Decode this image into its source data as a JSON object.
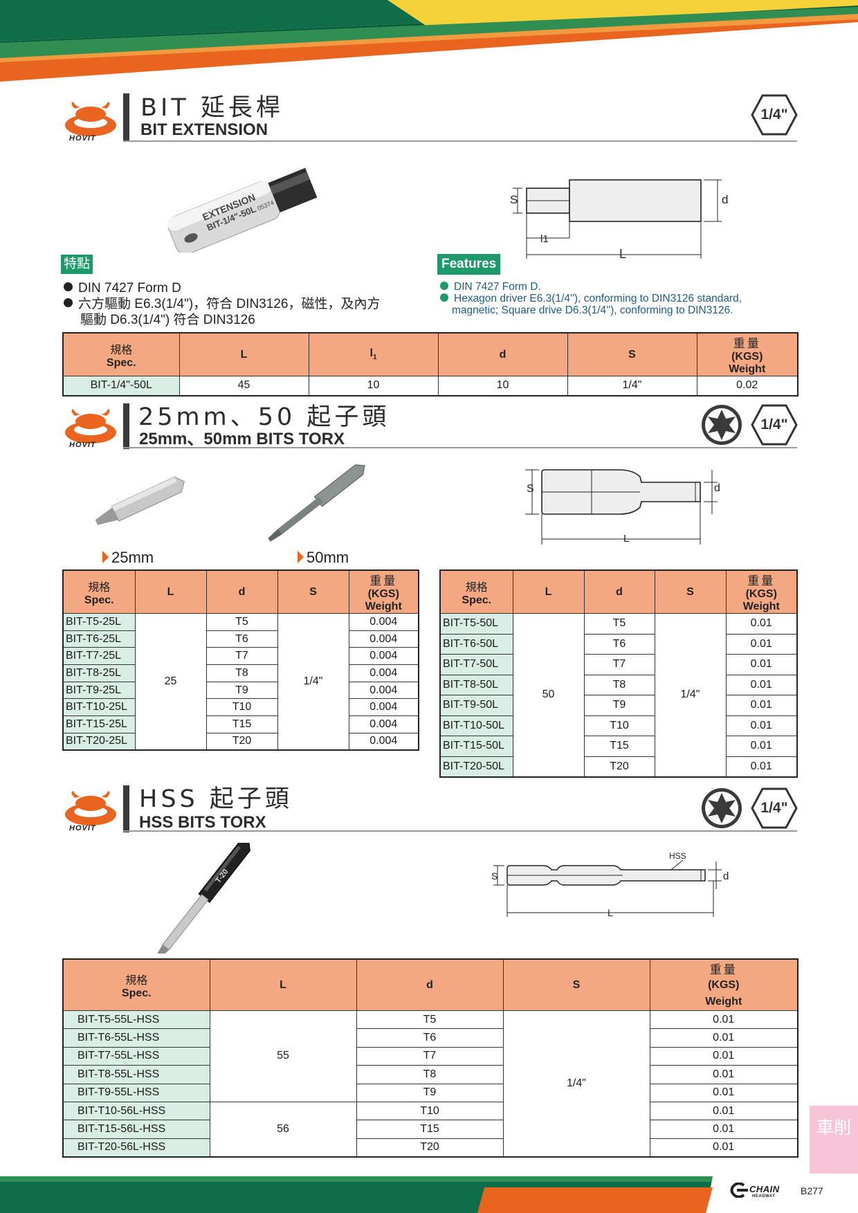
{
  "brand": {
    "logo_text": "HOVIT",
    "footer_brand": "CHAIN",
    "footer_brand_sub": "HEADWAY",
    "page_number": "B277",
    "side_tab": "車削"
  },
  "colors": {
    "accent_orange": "#e8641f",
    "header_fill": "#f3a882",
    "code_fill": "#d8ede4",
    "feature_green": "#1e9a6a",
    "band_green": "#0f6d49",
    "side_tab": "#f7c3d6"
  },
  "icons": [
    "hovit-logo-icon",
    "hex-drive-badge-icon",
    "torx-star-icon",
    "chain-headway-logo-icon"
  ],
  "section1": {
    "title_zh": "BIT 延長桿",
    "title_en": "BIT EXTENSION",
    "badge": "1/4\"",
    "product_print": {
      "line1": "EXTENSION",
      "line2": "BIT-1/4\"-50L",
      "line3": "05374"
    },
    "diagram": {
      "s": "S",
      "d": "d",
      "l1": "l1",
      "l": "L"
    },
    "features_tag_zh": "特點",
    "features_tag_en": "Features",
    "features_zh": [
      "DIN 7427 Form D",
      "六方驅動 E6.3(1/4\")，符合 DIN3126，磁性，及內方",
      "驅動 D6.3(1/4\") 符合 DIN3126"
    ],
    "features_en": [
      "DIN 7427 Form D.",
      "Hexagon driver E6.3(1/4''), conforming to DIN3126 standard,",
      "magnetic; Square drive D6.3(1/4''), conforming to DIN3126."
    ],
    "table": {
      "headers": {
        "spec_zh": "規格",
        "spec_en": "Spec.",
        "L": "L",
        "l1": "l",
        "l1_sub": "1",
        "d": "d",
        "S": "S",
        "weight_zh": "重量",
        "weight_unit": "(KGS)",
        "weight_en": "Weight"
      },
      "row": {
        "spec": "BIT-1/4\"-50L",
        "L": "45",
        "l1": "10",
        "d": "10",
        "S": "1/4\"",
        "weight": "0.02"
      }
    }
  },
  "section2": {
    "title_zh": "25mm、50 起子頭",
    "title_en": "25mm、50mm BITS TORX",
    "badge": "1/4\"",
    "label_25": "25mm",
    "label_50": "50mm",
    "diagram": {
      "s": "S",
      "d": "d",
      "l": "L"
    },
    "headers": {
      "spec_zh": "規格",
      "spec_en": "Spec.",
      "L": "L",
      "d": "d",
      "S": "S",
      "weight_zh": "重量",
      "weight_unit": "(KGS)",
      "weight_en": "Weight"
    },
    "table25": {
      "L": "25",
      "S": "1/4\"",
      "rows": [
        {
          "spec": "BIT-T5-25L",
          "d": "T5",
          "weight": "0.004"
        },
        {
          "spec": "BIT-T6-25L",
          "d": "T6",
          "weight": "0.004"
        },
        {
          "spec": "BIT-T7-25L",
          "d": "T7",
          "weight": "0.004"
        },
        {
          "spec": "BIT-T8-25L",
          "d": "T8",
          "weight": "0.004"
        },
        {
          "spec": "BIT-T9-25L",
          "d": "T9",
          "weight": "0.004"
        },
        {
          "spec": "BIT-T10-25L",
          "d": "T10",
          "weight": "0.004"
        },
        {
          "spec": "BIT-T15-25L",
          "d": "T15",
          "weight": "0.004"
        },
        {
          "spec": "BIT-T20-25L",
          "d": "T20",
          "weight": "0.004"
        }
      ]
    },
    "table50": {
      "L": "50",
      "S": "1/4\"",
      "rows": [
        {
          "spec": "BIT-T5-50L",
          "d": "T5",
          "weight": "0.01"
        },
        {
          "spec": "BIT-T6-50L",
          "d": "T6",
          "weight": "0.01"
        },
        {
          "spec": "BIT-T7-50L",
          "d": "T7",
          "weight": "0.01"
        },
        {
          "spec": "BIT-T8-50L",
          "d": "T8",
          "weight": "0.01"
        },
        {
          "spec": "BIT-T9-50L",
          "d": "T9",
          "weight": "0.01"
        },
        {
          "spec": "BIT-T10-50L",
          "d": "T10",
          "weight": "0.01"
        },
        {
          "spec": "BIT-T15-50L",
          "d": "T15",
          "weight": "0.01"
        },
        {
          "spec": "BIT-T20-50L",
          "d": "T20",
          "weight": "0.01"
        }
      ]
    }
  },
  "section3": {
    "title_zh": "HSS 起子頭",
    "title_en": "HSS BITS TORX",
    "badge": "1/4\"",
    "product_print": "T-20",
    "diagram": {
      "hss": "HSS",
      "s": "S",
      "d": "d",
      "l": "L"
    },
    "headers": {
      "spec_zh": "規格",
      "spec_en": "Spec.",
      "L": "L",
      "d": "d",
      "S": "S",
      "weight_zh": "重量",
      "weight_unit": "(KGS)",
      "weight_en": "Weight"
    },
    "L_group1": "55",
    "L_group2": "56",
    "S": "1/4\"",
    "rows": [
      {
        "spec": "BIT-T5-55L-HSS",
        "d": "T5",
        "weight": "0.01"
      },
      {
        "spec": "BIT-T6-55L-HSS",
        "d": "T6",
        "weight": "0.01"
      },
      {
        "spec": "BIT-T7-55L-HSS",
        "d": "T7",
        "weight": "0.01"
      },
      {
        "spec": "BIT-T8-55L-HSS",
        "d": "T8",
        "weight": "0.01"
      },
      {
        "spec": "BIT-T9-55L-HSS",
        "d": "T9",
        "weight": "0.01"
      },
      {
        "spec": "BIT-T10-56L-HSS",
        "d": "T10",
        "weight": "0.01"
      },
      {
        "spec": "BIT-T15-56L-HSS",
        "d": "T15",
        "weight": "0.01"
      },
      {
        "spec": "BIT-T20-56L-HSS",
        "d": "T20",
        "weight": "0.01"
      }
    ]
  }
}
